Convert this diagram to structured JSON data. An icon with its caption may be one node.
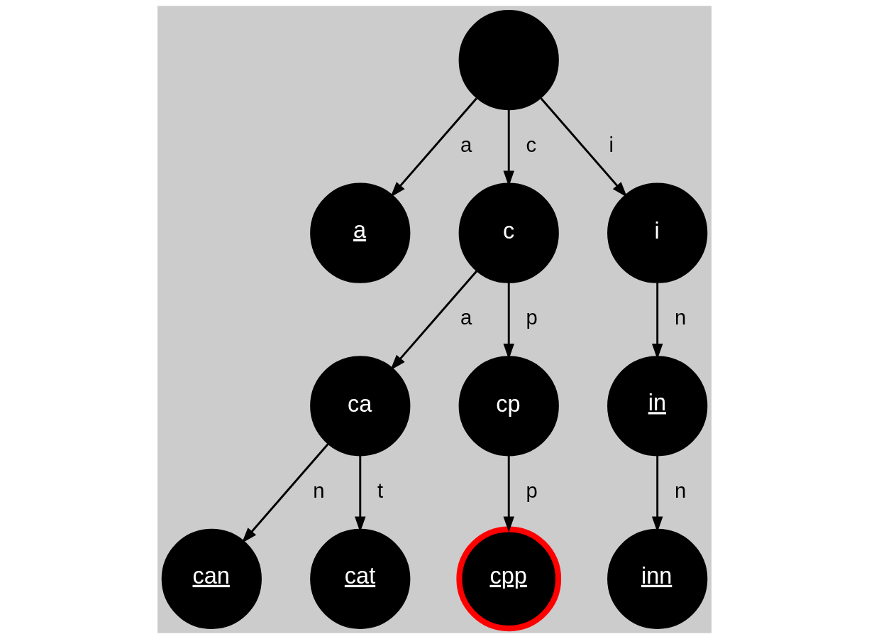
{
  "diagram": {
    "nodes": [
      {
        "text": [],
        "shape": "circle"
      },
      {
        "text": [
          "a"
        ]
      },
      {
        "text": [
          "c"
        ]
      },
      {
        "text": [
          "i"
        ]
      },
      {
        "text": [
          "ca"
        ]
      },
      {
        "text": [
          "cp"
        ]
      },
      {
        "text": [
          "in"
        ]
      },
      {
        "text": [
          "can"
        ]
      },
      {
        "text": [
          "cat"
        ]
      },
      {
        "text": [
          "cpp"
        ]
      },
      {
        "text": [
          "inn"
        ]
      }
    ],
    "edges": [
      {
        "from": 0,
        "to": 1,
        "arrow": "to",
        "label": "a"
      },
      {
        "from": 0,
        "to": 2,
        "arrow": "to",
        "label": "c"
      },
      {
        "from": 0,
        "to": 3,
        "arrow": "to",
        "label": "i"
      },
      {
        "from": 2,
        "to": 4,
        "arrow": "to",
        "label": "a"
      },
      {
        "from": 2,
        "to": 5,
        "arrow": "to",
        "label": "p"
      },
      {
        "from": 3,
        "to": 6,
        "arrow": "to",
        "label": "n"
      },
      {
        "from": 4,
        "to": 7,
        "arrow": "to",
        "label": "n"
      },
      {
        "from": 4,
        "to": 8,
        "arrow": "to",
        "label": "t"
      },
      {
        "from": 5,
        "to": 9,
        "arrow": "to",
        "label": "p"
      },
      {
        "from": 6,
        "to": 10,
        "arrow": "to",
        "label": "n"
      }
    ]
  }
}
